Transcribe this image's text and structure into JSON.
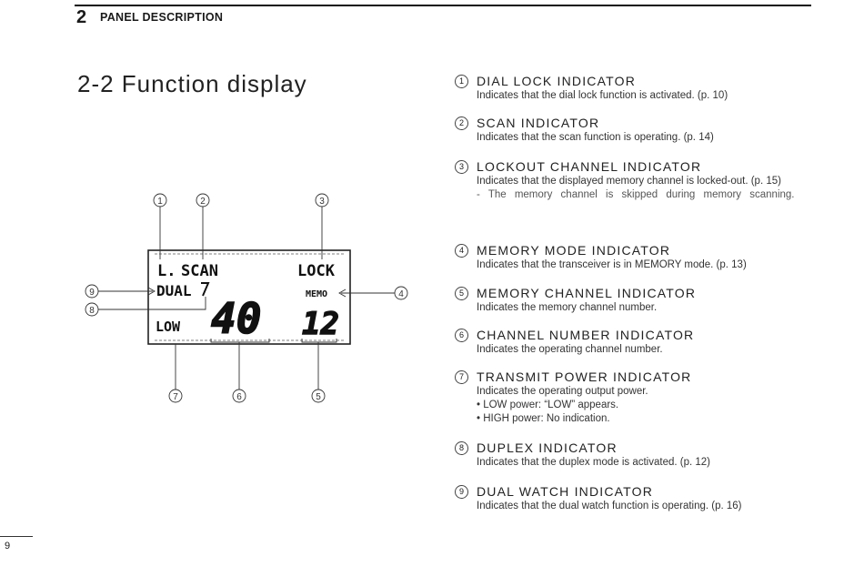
{
  "header": {
    "section_number": "2",
    "section_title": "PANEL DESCRIPTION"
  },
  "subsection_title": "2-2 Function display",
  "page_number": "9",
  "display": {
    "segments": {
      "dial_lock": "L.",
      "scan": "SCAN",
      "lockout": "LOCK",
      "dual": "DUAL",
      "memo": "MEMO",
      "low": "LOW",
      "channel_number": "40",
      "memory_channel": "12"
    },
    "callouts": [
      "①",
      "②",
      "③",
      "④",
      "⑤",
      "⑥",
      "⑦",
      "⑧",
      "⑨"
    ]
  },
  "indicators": [
    {
      "number": "1",
      "title": "DIAL LOCK INDICATOR",
      "description": "Indicates that the dial lock function is activated. (p. 10)"
    },
    {
      "number": "2",
      "title": "SCAN INDICATOR",
      "description": "Indicates that the scan function is operating. (p. 14)"
    },
    {
      "number": "3",
      "title": "LOCKOUT CHANNEL INDICATOR",
      "description": "Indicates that the displayed memory channel is locked-out. (p. 15)",
      "note": "- The memory channel is skipped during memory scanning."
    },
    {
      "number": "4",
      "title": "MEMORY MODE INDICATOR",
      "description": "Indicates that the transceiver is in MEMORY mode. (p. 13)"
    },
    {
      "number": "5",
      "title": "MEMORY CHANNEL INDICATOR",
      "description": "Indicates the memory channel number."
    },
    {
      "number": "6",
      "title": "CHANNEL NUMBER INDICATOR",
      "description": "Indicates the operating channel number."
    },
    {
      "number": "7",
      "title": "TRANSMIT POWER INDICATOR",
      "description": "Indicates the operating output power.",
      "bullets": [
        "• LOW power: “LOW” appears.",
        "• HIGH power: No indication."
      ]
    },
    {
      "number": "8",
      "title": "DUPLEX INDICATOR",
      "description": "Indicates that the duplex mode is activated. (p. 12)"
    },
    {
      "number": "9",
      "title": "DUAL WATCH INDICATOR",
      "description": "Indicates that the dual watch function is operating. (p. 16)"
    }
  ]
}
